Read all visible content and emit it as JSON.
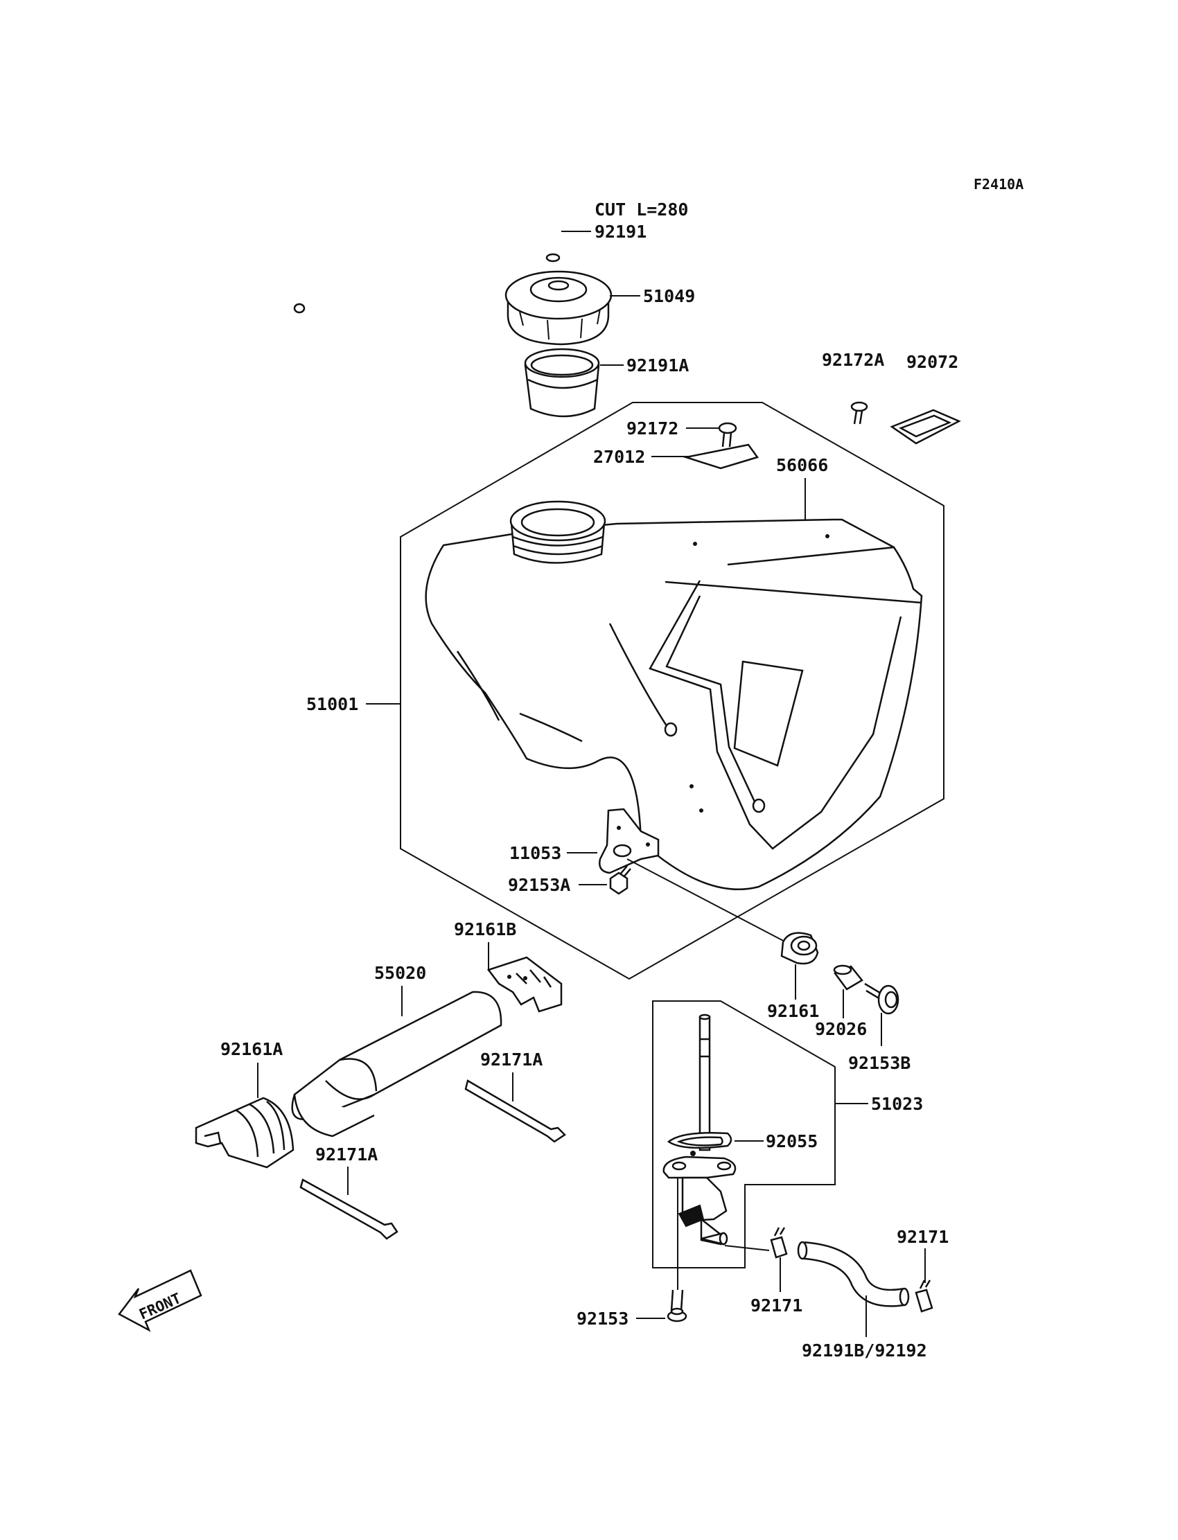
{
  "figure_code": "F2410A",
  "front_label": "FRONT",
  "parts": {
    "cut_note": "CUT L=280",
    "p92191": "92191",
    "p51049": "51049",
    "p92191A": "92191A",
    "p92172A": "92172A",
    "p92072": "92072",
    "p92172": "92172",
    "p27012": "27012",
    "p56066": "56066",
    "p51001": "51001",
    "p11053": "11053",
    "p92153A": "92153A",
    "p92161B": "92161B",
    "p55020": "55020",
    "p92161A": "92161A",
    "p92171A_1": "92171A",
    "p92171A_2": "92171A",
    "p92161": "92161",
    "p92026": "92026",
    "p92153B": "92153B",
    "p51023": "51023",
    "p92055": "92055",
    "p92171_1": "92171",
    "p92171_2": "92171",
    "p92153": "92153",
    "p92191B": "92191B/92192"
  }
}
